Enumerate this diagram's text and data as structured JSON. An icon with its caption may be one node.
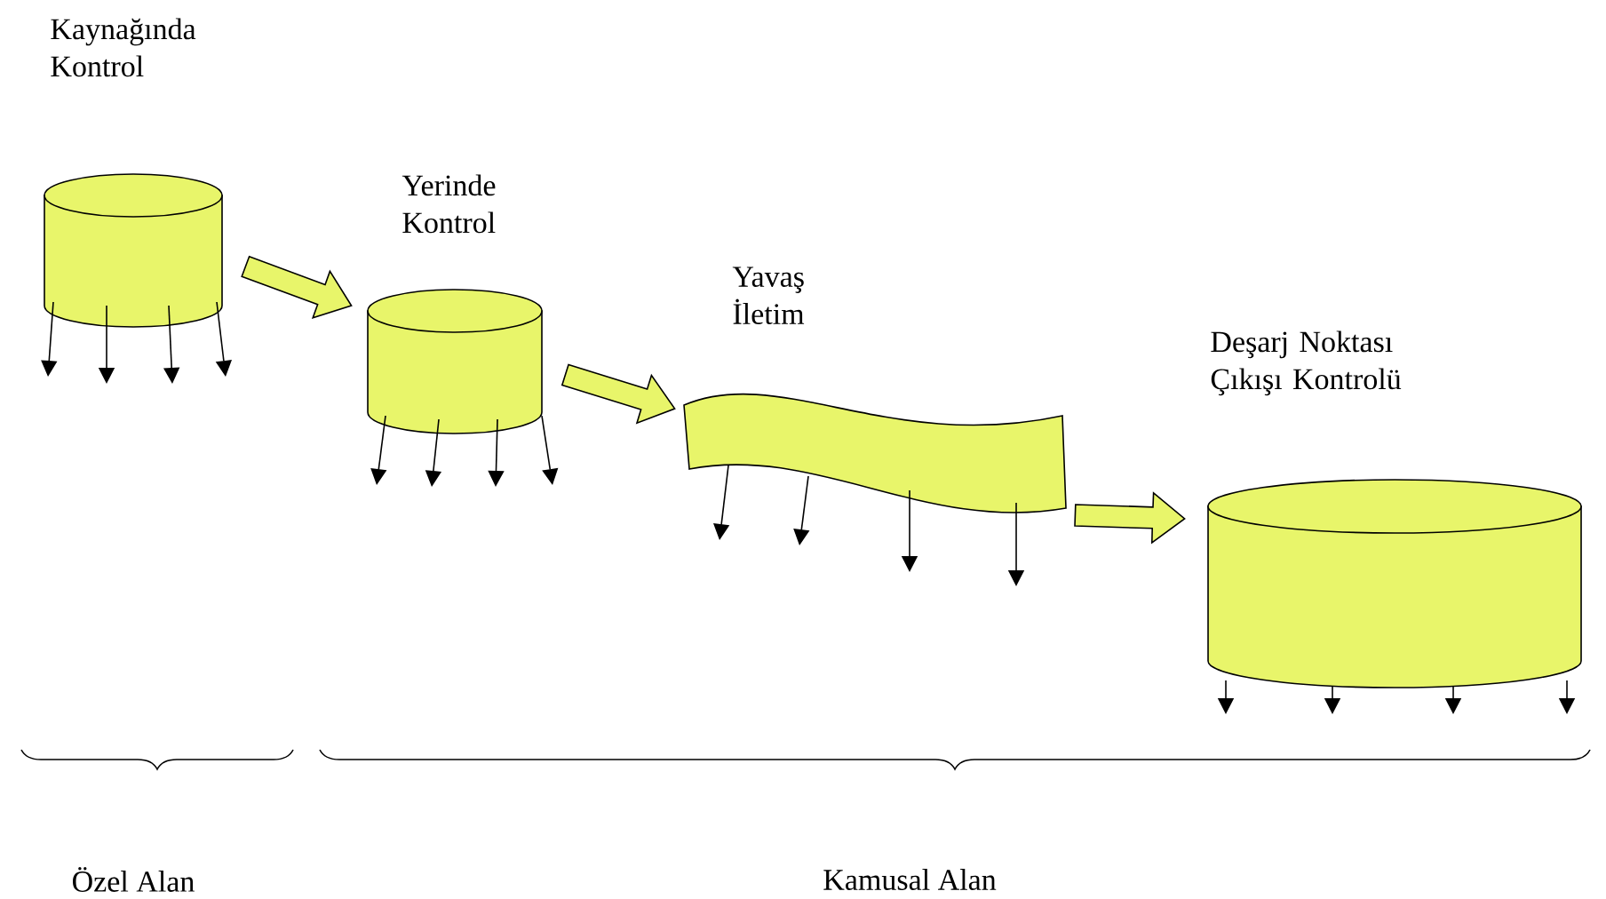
{
  "diagram": {
    "nodes": [
      {
        "text": [
          "Kaynağında Kontrol"
        ]
      },
      {
        "text": [
          "Yerinde Kontrol"
        ]
      },
      {
        "text": [
          "Yavaş İletim"
        ]
      },
      {
        "text": [
          "Deşarj Noktası Çıkışı Kontrolü"
        ]
      }
    ],
    "edges": [
      {
        "from": 0,
        "to": 1,
        "arrow": "to"
      },
      {
        "from": 1,
        "to": 2,
        "arrow": "to"
      },
      {
        "from": 2,
        "to": 3,
        "arrow": "to"
      },
      {
        "from": 0,
        "to": null,
        "arrow": "to"
      },
      {
        "from": 0,
        "to": null,
        "arrow": "to"
      },
      {
        "from": 0,
        "to": null,
        "arrow": "to"
      },
      {
        "from": 0,
        "to": null,
        "arrow": "to"
      },
      {
        "from": 1,
        "to": null,
        "arrow": "to"
      },
      {
        "from": 1,
        "to": null,
        "arrow": "to"
      },
      {
        "from": 1,
        "to": null,
        "arrow": "to"
      },
      {
        "from": 1,
        "to": null,
        "arrow": "to"
      },
      {
        "from": 2,
        "to": null,
        "arrow": "to"
      },
      {
        "from": 2,
        "to": null,
        "arrow": "to"
      },
      {
        "from": 2,
        "to": null,
        "arrow": "to"
      },
      {
        "from": 2,
        "to": null,
        "arrow": "to"
      },
      {
        "from": 3,
        "to": null,
        "arrow": "to"
      },
      {
        "from": 3,
        "to": null,
        "arrow": "to"
      },
      {
        "from": 3,
        "to": null,
        "arrow": "to"
      },
      {
        "from": 3,
        "to": null,
        "arrow": "to"
      }
    ],
    "labels": [
      "Özel Alan",
      "Kamusal Alan"
    ]
  }
}
